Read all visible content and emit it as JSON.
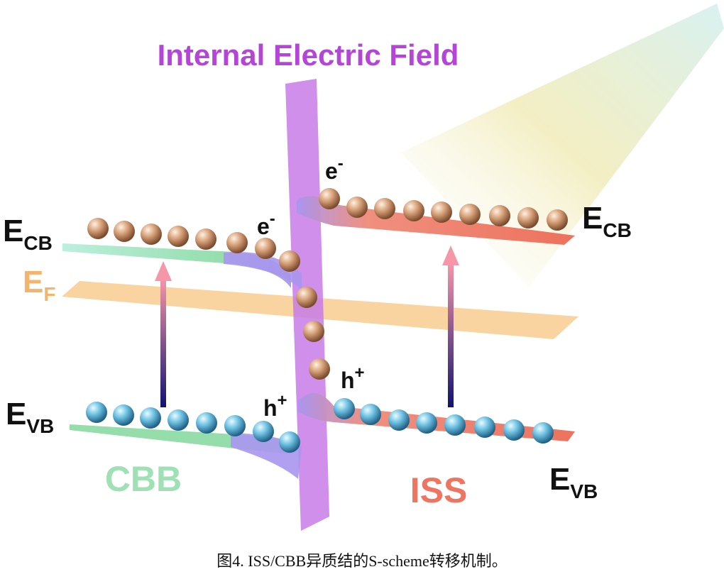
{
  "title": "Internal Electric Field",
  "labels": {
    "ecb_main": "E",
    "ecb_sub": "CB",
    "ef_main": "E",
    "ef_sub": "F",
    "evb_main": "E",
    "evb_sub": "VB",
    "electron_main": "e",
    "electron_sup": "-",
    "hole_main": "h",
    "hole_sup": "+"
  },
  "materials": {
    "left": "CBB",
    "right": "ISS"
  },
  "caption": "图4. ISS/CBB异质结的S-scheme转移机制。",
  "colors": {
    "field": "#b445d6",
    "field_plane": "#c77be6",
    "cbb_green": "#9fe0b4",
    "iss_red": "#ef7560",
    "fermi": "#f8c98a",
    "electron": "#d9a57c",
    "hole": "#6ec3e3",
    "bend_violet": "#9b8cf0",
    "arrow_top": "#f58ea3",
    "arrow_bottom": "#1a1a7a"
  },
  "icons": [
    "light-beam-icon",
    "excitation-arrow-icon"
  ]
}
